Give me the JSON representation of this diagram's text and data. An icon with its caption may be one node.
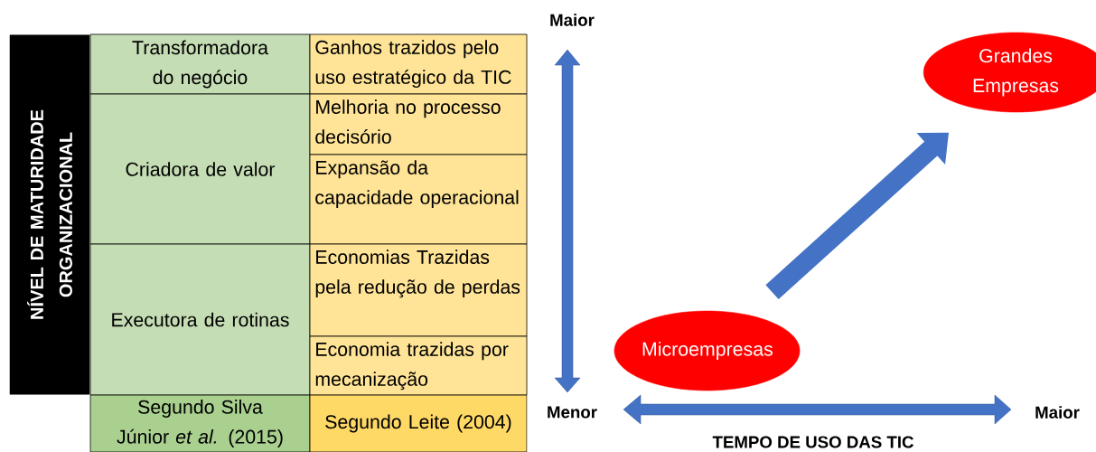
{
  "diagram": {
    "nodes": [
      {
        "text": [
          "NÍVEL DE MATURIDADE ORGANIZACIONAL"
        ]
      },
      {
        "text": [
          "Transformadora do negócio"
        ]
      },
      {
        "text": [
          "Ganhos trazidos pelo uso estratégico da TIC"
        ]
      },
      {
        "text": [
          "Criadora de valor"
        ]
      },
      {
        "text": [
          "Melhoria no processo decisório"
        ]
      },
      {
        "text": [
          "Expansão da capacidade operacional"
        ]
      },
      {
        "text": [
          "Executora de rotinas"
        ]
      },
      {
        "text": [
          "Economias Trazidas pela redução de perdas"
        ]
      },
      {
        "text": [
          "Economia trazidas por mecanização"
        ]
      },
      {
        "text": [
          "Segundo Silva Júnior *et al.* (2015)"
        ]
      },
      {
        "text": [
          "Segundo Leite (2004)"
        ]
      },
      {
        "text": [
          "Grandes Empresas"
        ]
      },
      {
        "text": [
          "Microempresas"
        ]
      }
    ],
    "edges": [
      {
        "from": 12,
        "to": 11,
        "arrow": "to"
      }
    ],
    "labels": [
      "Maior",
      "Menor",
      "Maior",
      "TEMPO DE USO DAS TIC"
    ]
  }
}
